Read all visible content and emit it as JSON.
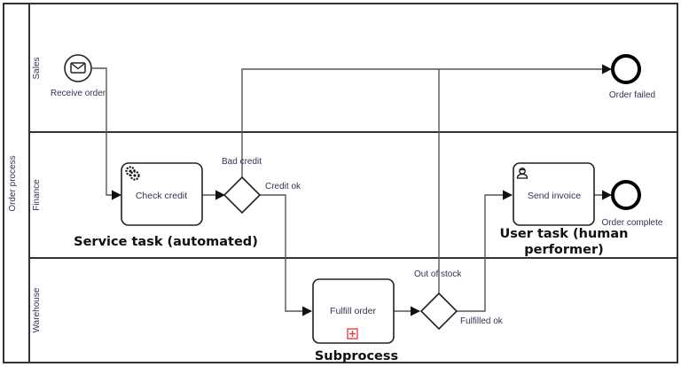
{
  "diagram": {
    "pool": {
      "label": "Order process"
    },
    "lanes": [
      {
        "id": "sales",
        "label": "Sales"
      },
      {
        "id": "finance",
        "label": "Finance"
      },
      {
        "id": "warehouse",
        "label": "Warehouse"
      }
    ],
    "events": {
      "start": {
        "label": "Receive order",
        "type": "message-start",
        "icon": "envelope-icon"
      },
      "end_failed": {
        "label": "Order failed",
        "type": "end"
      },
      "end_complete": {
        "label": "Order complete",
        "type": "end"
      }
    },
    "tasks": {
      "check_credit": {
        "label": "Check credit",
        "type": "service-task",
        "icon": "gears-icon"
      },
      "send_invoice": {
        "label": "Send invoice",
        "type": "user-task",
        "icon": "user-icon"
      },
      "fulfill_order": {
        "label": "Fulfill order",
        "type": "subprocess",
        "icon": "expand-plus-icon",
        "marker_color": "#e8333a"
      }
    },
    "gateways": {
      "credit": {
        "type": "exclusive"
      },
      "stock": {
        "type": "exclusive"
      }
    },
    "flow_labels": {
      "bad_credit": "Bad credit",
      "credit_ok": "Credit ok",
      "out_of_stock": "Out of stock",
      "fulfilled_ok": "Fulfilled ok"
    },
    "annotations": {
      "service_task": "Service task (automated)",
      "user_task_line1": "User task (human",
      "user_task_line2": "performer)",
      "subprocess": "Subprocess"
    }
  }
}
